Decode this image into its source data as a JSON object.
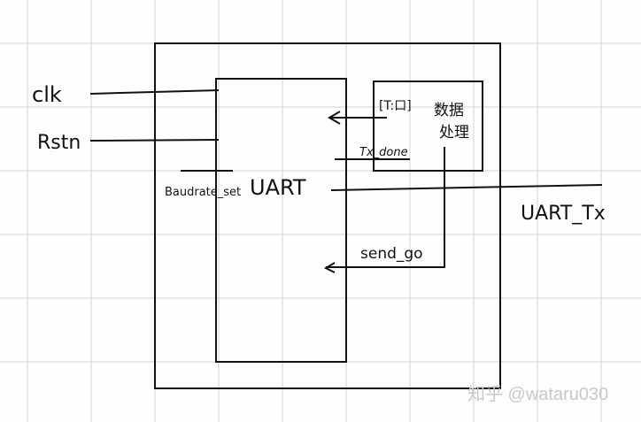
{
  "diagram": {
    "inputs": {
      "clk": "clk",
      "rstn": "Rstn",
      "baudrate": "Baudrate_set"
    },
    "module": {
      "name": "UART"
    },
    "data_block": {
      "interface_label": "[T:口]",
      "title_line1": "数据",
      "title_line2": "处理"
    },
    "signals": {
      "tx_done": "Tx_done",
      "send_go": "send_go"
    },
    "outputs": {
      "uart_tx": "UART_Tx"
    }
  },
  "watermark": {
    "text": "知乎 @wataru030"
  },
  "colors": {
    "grid": "#d2d2d2",
    "stroke": "#111111",
    "watermark": "#c9c9c9"
  }
}
